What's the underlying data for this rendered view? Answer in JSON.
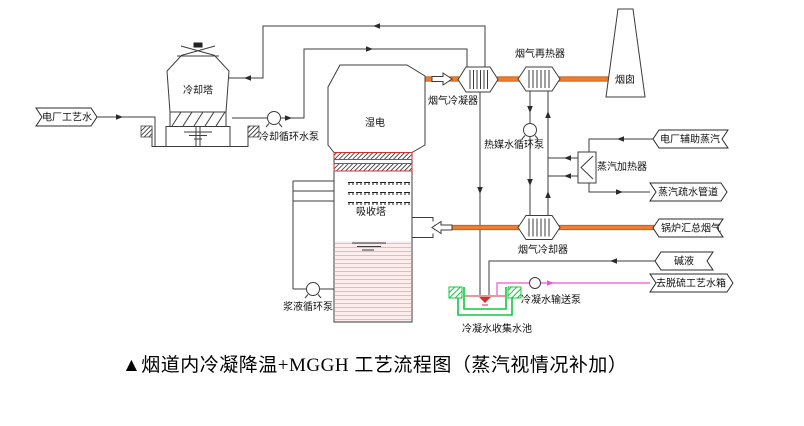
{
  "caption": "▲烟道内冷凝降温+MGGH 工艺流程图（蒸汽视情况补加）",
  "equipment": {
    "cooling_tower": "冷却塔",
    "cooling_water_pump": "冷却循环水泵",
    "wet_esp": "湿电",
    "absorber": "吸收塔",
    "slurry_pump": "浆液循环泵",
    "flue_gas_condenser": "烟气冷凝器",
    "flue_gas_reheater": "烟气再热器",
    "chimney": "烟囱",
    "heat_medium_pump": "热媒水循环泵",
    "steam_heater": "蒸汽加热器",
    "flue_gas_cooler": "烟气冷却器",
    "condensate_pump": "冷凝水输送泵",
    "condensate_pool": "冷凝水收集水池"
  },
  "streams": {
    "plant_process_water": "电厂工艺水",
    "plant_aux_steam": "电厂辅助蒸汽",
    "steam_drain_pipe": "蒸汽疏水管道",
    "boiler_flue_gas": "锅炉汇总烟气",
    "alkali": "碱液",
    "to_desulf_tank": "去脱硫工艺水箱"
  },
  "colors": {
    "flue_gas_line": "#ED7D31",
    "condensate_line": "#F253D0",
    "pool_green": "#11C83C",
    "level_red": "#D23030",
    "slurry_fill": "#FDEDED",
    "line": "#3C3C3C"
  }
}
